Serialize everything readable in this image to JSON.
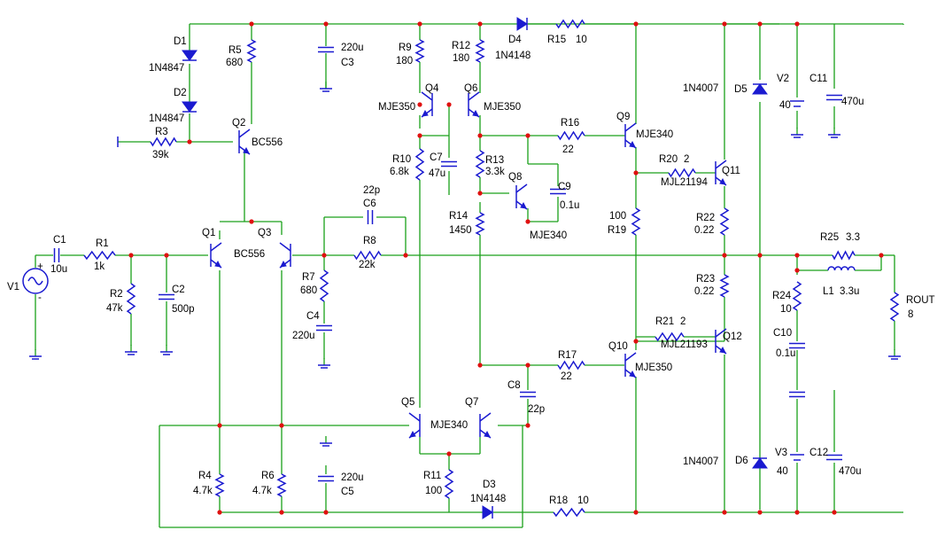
{
  "components": {
    "D1": {
      "ref": "D1",
      "value": "1N4847"
    },
    "D2": {
      "ref": "D2",
      "value": "1N4847"
    },
    "R5": {
      "ref": "R5",
      "value": "680"
    },
    "C3": {
      "ref": "C3",
      "value": "220u"
    },
    "R9": {
      "ref": "R9",
      "value": "180"
    },
    "R12": {
      "ref": "R12",
      "value": "180"
    },
    "D4": {
      "ref": "D4",
      "value": "1N4148"
    },
    "R15": {
      "ref": "R15",
      "value": "10"
    },
    "R3": {
      "ref": "R3",
      "value": "39k"
    },
    "Q2": {
      "ref": "Q2",
      "value": "BC556"
    },
    "Q4": {
      "ref": "Q4",
      "value": "MJE350"
    },
    "Q6": {
      "ref": "Q6",
      "value": "MJE350"
    },
    "R16": {
      "ref": "R16",
      "value": "22"
    },
    "Q9": {
      "ref": "Q9",
      "value": "MJE340"
    },
    "D5": {
      "ref": "D5",
      "value": "1N4007"
    },
    "V2": {
      "ref": "V2",
      "value": "40"
    },
    "C11": {
      "ref": "C11",
      "value": "470u"
    },
    "R10": {
      "ref": "R10",
      "value": "6.8k"
    },
    "C7": {
      "ref": "C7",
      "value": "47u"
    },
    "R13": {
      "ref": "R13",
      "value": "3.3k"
    },
    "Q8": {
      "ref": "Q8",
      "value": "MJE340"
    },
    "C9": {
      "ref": "C9",
      "value": "0.1u"
    },
    "R20": {
      "ref": "R20",
      "value": "2"
    },
    "Q11": {
      "ref": "Q11",
      "value": "MJL21194"
    },
    "C6": {
      "ref": "C6",
      "value": "22p"
    },
    "R14": {
      "ref": "R14",
      "value": "1450"
    },
    "R19": {
      "ref": "R19",
      "value": "100"
    },
    "R22": {
      "ref": "R22",
      "value": "0.22"
    },
    "C1": {
      "ref": "C1",
      "value": "10u"
    },
    "R1": {
      "ref": "R1",
      "value": "1k"
    },
    "Q1": {
      "ref": "Q1",
      "value": ""
    },
    "Q3": {
      "ref": "Q3",
      "value": "BC556"
    },
    "R8": {
      "ref": "R8",
      "value": "22k"
    },
    "R25": {
      "ref": "R25",
      "value": "3.3"
    },
    "V1": {
      "ref": "V1",
      "value": ""
    },
    "R2": {
      "ref": "R2",
      "value": "47k"
    },
    "C2": {
      "ref": "C2",
      "value": "500p"
    },
    "R7": {
      "ref": "R7",
      "value": "680"
    },
    "R23": {
      "ref": "R23",
      "value": "0.22"
    },
    "L1": {
      "ref": "L1",
      "value": "3.3u"
    },
    "R24": {
      "ref": "R24",
      "value": "10"
    },
    "ROUT": {
      "ref": "ROUT",
      "value": "8"
    },
    "C4": {
      "ref": "C4",
      "value": "220u"
    },
    "R21": {
      "ref": "R21",
      "value": "2"
    },
    "Q12": {
      "ref": "Q12",
      "value": "MJL21193"
    },
    "C10": {
      "ref": "C10",
      "value": "0.1u"
    },
    "R17": {
      "ref": "R17",
      "value": "22"
    },
    "Q10": {
      "ref": "Q10",
      "value": "MJE350"
    },
    "C8": {
      "ref": "C8",
      "value": "22p"
    },
    "Q5": {
      "ref": "Q5",
      "value": ""
    },
    "Q7": {
      "ref": "Q7",
      "value": "MJE340"
    },
    "R4": {
      "ref": "R4",
      "value": "4.7k"
    },
    "R6": {
      "ref": "R6",
      "value": "4.7k"
    },
    "C5": {
      "ref": "C5",
      "value": "220u"
    },
    "R11": {
      "ref": "R11",
      "value": "100"
    },
    "D3": {
      "ref": "D3",
      "value": "1N4148"
    },
    "R18": {
      "ref": "R18",
      "value": "10"
    },
    "D6": {
      "ref": "D6",
      "value": "1N4007"
    },
    "V3": {
      "ref": "V3",
      "value": "40"
    },
    "C12": {
      "ref": "C12",
      "value": "470u"
    }
  },
  "source_polarity": {
    "plus": "+",
    "minus": "-"
  },
  "colors": {
    "wire": "#1aa01a",
    "component": "#1a1ad0",
    "junction": "#e01010",
    "text": "#000000"
  }
}
